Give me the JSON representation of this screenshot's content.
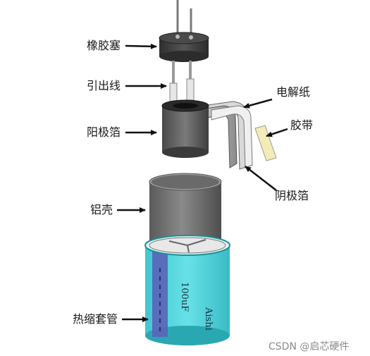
{
  "labels": {
    "rubber_plug": "橡胶塞",
    "lead_wire": "引出线",
    "electrolytic_paper": "电解纸",
    "tape": "胶带",
    "anode_foil": "阳极箔",
    "cathode_foil": "阴极箔",
    "aluminum_case": "铝壳",
    "heat_shrink_sleeve": "热缩套管"
  },
  "sleeve_print": {
    "capacitance": "100uF",
    "brand": "Aishi"
  },
  "watermark": "CSDN @启芯硬件",
  "colors": {
    "sleeve": "#3fd0d8",
    "sleeve_band": "#5a63b8",
    "can": "#707070",
    "plug": "#3c3c3c",
    "foil_roll": "#5c5c5c",
    "tape": "#f3ecb8",
    "arrow": "#111111"
  }
}
